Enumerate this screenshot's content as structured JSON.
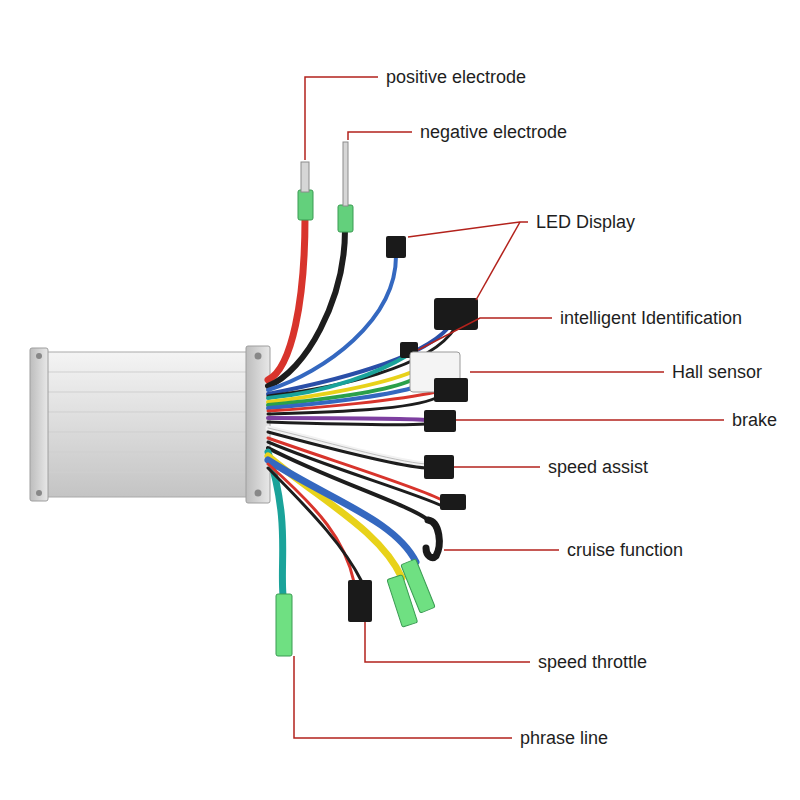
{
  "diagram": {
    "labels": [
      "positive electrode",
      "negative electrode",
      "LED Display",
      "intelligent Identification",
      "Hall sensor",
      "brake",
      "speed assist",
      "cruise function",
      "speed throttle",
      "phrase line"
    ]
  }
}
